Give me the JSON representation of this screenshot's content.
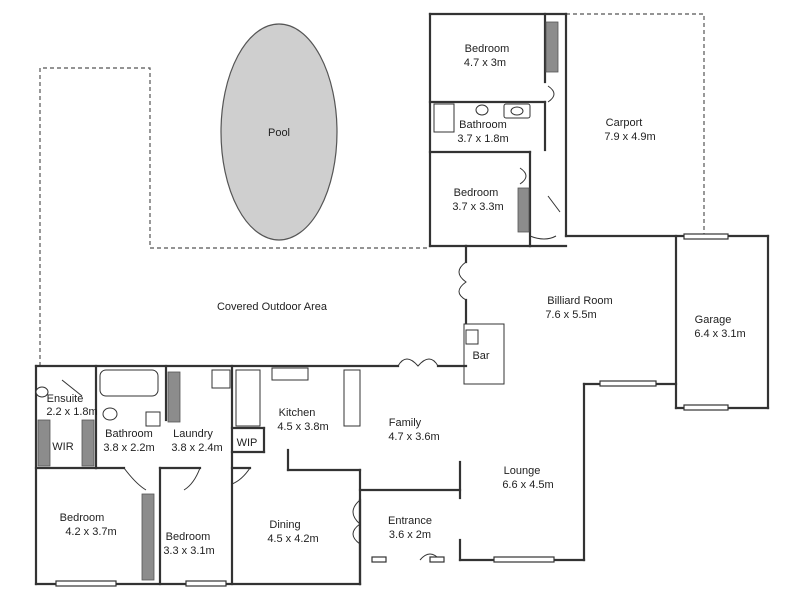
{
  "plan": {
    "outdoor": {
      "pool": "Pool",
      "covered_outdoor_area": "Covered Outdoor Area"
    },
    "rooms": [
      {
        "id": "bedroom-north",
        "name": "Bedroom",
        "size": "4.7 x 3m"
      },
      {
        "id": "bathroom-north",
        "name": "Bathroom",
        "size": "3.7 x 1.8m"
      },
      {
        "id": "bedroom-north-2",
        "name": "Bedroom",
        "size": "3.7 x 3.3m"
      },
      {
        "id": "carport",
        "name": "Carport",
        "size": "7.9 x 4.9m"
      },
      {
        "id": "billiard-room",
        "name": "Billiard Room",
        "size": "7.6 x 5.5m"
      },
      {
        "id": "garage",
        "name": "Garage",
        "size": "6.4 x 3.1m"
      },
      {
        "id": "ensuite",
        "name": "Ensuite",
        "size": "2.2 x 1.8m"
      },
      {
        "id": "bathroom-west",
        "name": "Bathroom",
        "size": "3.8 x 2.2m"
      },
      {
        "id": "laundry",
        "name": "Laundry",
        "size": "3.8 x 2.4m"
      },
      {
        "id": "kitchen",
        "name": "Kitchen",
        "size": "4.5 x 3.8m"
      },
      {
        "id": "family",
        "name": "Family",
        "size": "4.7 x 3.6m"
      },
      {
        "id": "lounge",
        "name": "Lounge",
        "size": "6.6 x 4.5m"
      },
      {
        "id": "bedroom-main",
        "name": "Bedroom",
        "size": "4.2 x 3.7m"
      },
      {
        "id": "bedroom-small",
        "name": "Bedroom",
        "size": "3.3 x 3.1m"
      },
      {
        "id": "dining",
        "name": "Dining",
        "size": "4.5 x 4.2m"
      },
      {
        "id": "entrance",
        "name": "Entrance",
        "size": "3.6 x 2m"
      }
    ],
    "labels": {
      "wir": "WIR",
      "wip": "WIP",
      "bar": "Bar"
    }
  }
}
